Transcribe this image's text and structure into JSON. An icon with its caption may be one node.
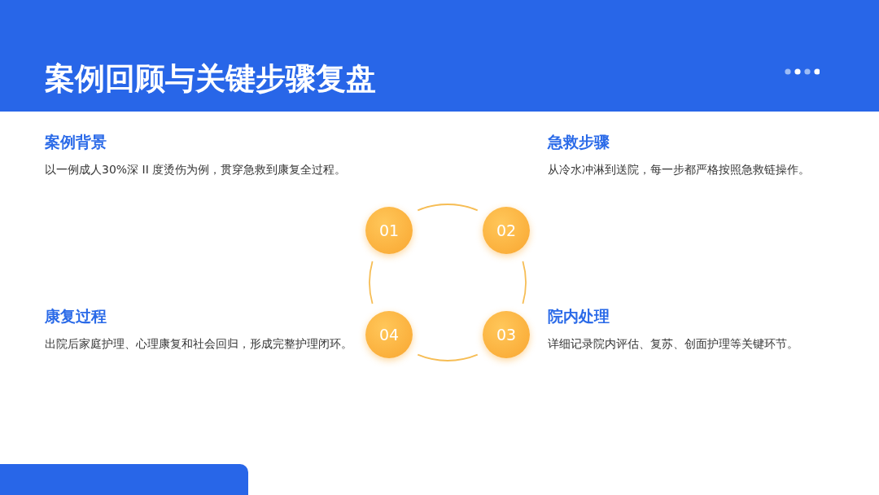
{
  "diagram": {
    "title": "案例回顾与关键步骤复盘",
    "nodes": [
      {
        "text": [
          "01"
        ]
      },
      {
        "text": [
          "02"
        ]
      },
      {
        "text": [
          "03"
        ]
      },
      {
        "text": [
          "04"
        ]
      }
    ],
    "edges": [
      {
        "from": 0,
        "to": 1,
        "arrow": "none"
      },
      {
        "from": 1,
        "to": 2,
        "arrow": "none"
      },
      {
        "from": 2,
        "to": 3,
        "arrow": "none"
      },
      {
        "from": 3,
        "to": 0,
        "arrow": "none"
      }
    ],
    "labels": [
      "案例背景",
      "以一例成人30%深 II 度烫伤为例，贯穿急救到康复全过程。",
      "急救步骤",
      "从冷水冲淋到送院，每一步都严格按照急救链操作。",
      "康复过程",
      "出院后家庭护理、心理康复和社会回归，形成完整护理闭环。",
      "院内处理",
      "详细记录院内评估、复苏、创面护理等关键环节。"
    ]
  }
}
